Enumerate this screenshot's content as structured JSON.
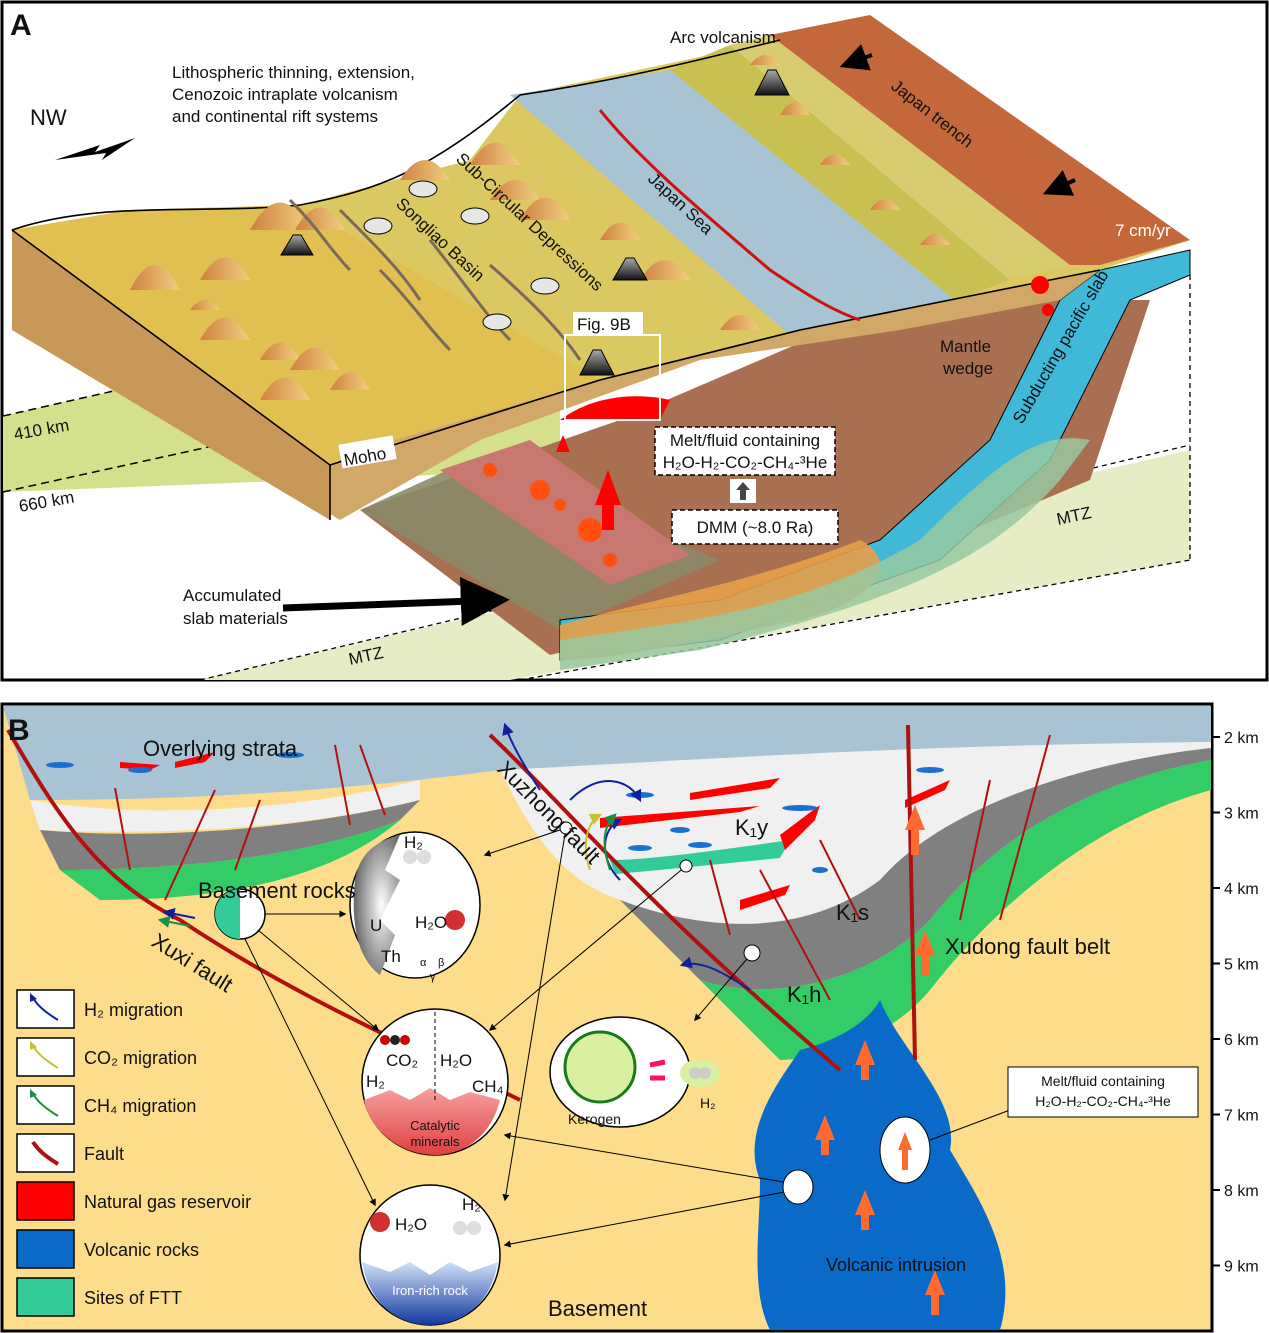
{
  "panel_a": {
    "letter": "A",
    "direction": "NW",
    "intro_lines": [
      "Lithospheric thinning, extension,",
      "Cenozoic intraplate volcanism",
      "and continental rift systems"
    ],
    "arc_volcanism": "Arc volcanism",
    "japan_trench": "Japan trench",
    "plate_rate": "7 cm/yr",
    "sub_circular": "Sub-Circular Depressions",
    "songliao_basin": "Songliao Basin",
    "japan_sea": "Japan Sea",
    "fig_ref": "Fig. 9B",
    "mantle_wedge": [
      "Mantle",
      "wedge"
    ],
    "subducting_slab": "Subducting pacific slab",
    "depth_410": "410 km",
    "depth_660": "660 km",
    "moho": "Moho",
    "melt_box": [
      "Melt/fluid containing",
      "H₂O-H₂-CO₂-CH₄-³He"
    ],
    "dmm_box": "DMM (~8.0 Ra)",
    "mtz_left": "MTZ",
    "mtz_right": "MTZ",
    "accumulated": [
      "Accumulated",
      "slab materials"
    ]
  },
  "panel_b": {
    "letter": "B",
    "overlying": "Overlying strata",
    "xuzhong_fault": "Xuzhong fault",
    "xuxi_fault": "Xuxi fault",
    "xudong": "Xudong fault belt",
    "basement_rocks": "Basement rocks",
    "basement": "Basement",
    "volcanic_intrusion": "Volcanic intrusion",
    "k1y": "K₁y",
    "k1s": "K₁s",
    "k1h": "K₁h",
    "melt_box": [
      "Melt/fluid containing",
      "H₂O-H₂-CO₂-CH₄-³He"
    ],
    "radiolysis": {
      "h2": "H₂",
      "h2o": "H₂O",
      "u": "U",
      "th": "Th",
      "alpha": "α",
      "beta": "β",
      "gamma": "γ"
    },
    "ftt": {
      "co2": "CO₂",
      "h2o": "H₂O",
      "h2": "H₂",
      "ch4": "CH₄",
      "minerals": [
        "Catalytic",
        "minerals"
      ]
    },
    "serpentinization": {
      "h2o": "H₂O",
      "h2": "H₂",
      "rock": "Iron-rich rock"
    },
    "kerogen": {
      "label": "Kerogen",
      "h2": "H₂"
    },
    "depth_ticks": [
      "2 km",
      "3 km",
      "4 km",
      "5 km",
      "6 km",
      "7 km",
      "8 km",
      "9 km"
    ],
    "legend": [
      {
        "label": "H₂ migration",
        "kind": "arrow",
        "color": "#1020a0"
      },
      {
        "label": "CO₂ migration",
        "kind": "arrow",
        "color": "#c8c030"
      },
      {
        "label": "CH₄ migration",
        "kind": "arrow",
        "color": "#1a9040"
      },
      {
        "label": "Fault",
        "kind": "line",
        "color": "#b01010"
      },
      {
        "label": "Natural gas reservoir",
        "kind": "fill",
        "color": "#ff0000"
      },
      {
        "label": "Volcanic rocks",
        "kind": "fill",
        "color": "#0a6ac8"
      },
      {
        "label": "Sites of FTT",
        "kind": "fill",
        "color": "#33cc99"
      }
    ]
  },
  "colors": {
    "basin_yellow": "#dcc860",
    "crust_tan": "#d8b060",
    "sea_blue": "#a8c4d4",
    "trench_brown": "#c4683c",
    "mantle_brown": "#a87050",
    "slab_cyan": "#40b8d8",
    "mtz_green": "#e4ecc0",
    "basement_sand": "#fddc8c",
    "fault_red": "#b01010",
    "gas_red": "#ff0000",
    "volcanic_blue": "#0a6ac8",
    "ftt_green": "#33cc99",
    "layer_green": "#33cc66",
    "layer_gray": "#808080"
  }
}
